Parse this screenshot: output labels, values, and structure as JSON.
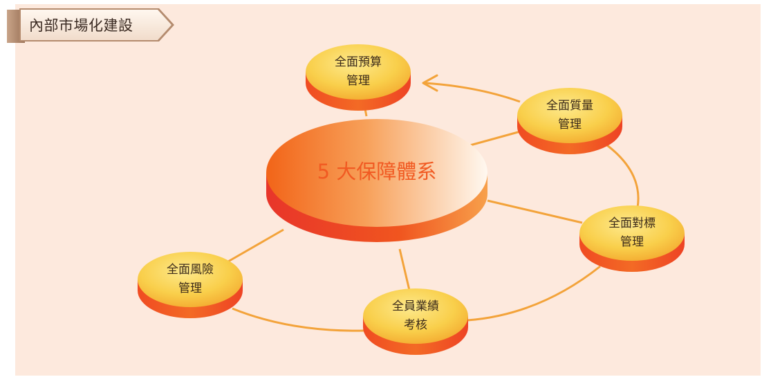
{
  "section_title": "內部市場化建設",
  "center": {
    "label": "5 大保障體系"
  },
  "nodes": [
    {
      "id": "budget",
      "line1": "全面預算",
      "line2": "管理"
    },
    {
      "id": "quality",
      "line1": "全面質量",
      "line2": "管理"
    },
    {
      "id": "benchmark",
      "line1": "全面對標",
      "line2": "管理"
    },
    {
      "id": "performance",
      "line1": "全員業績",
      "line2": "考核"
    },
    {
      "id": "risk",
      "line1": "全面風險",
      "line2": "管理"
    }
  ],
  "colors": {
    "background": "#fde9dd",
    "connector": "#f3a33a",
    "node_top_light": "#fbe37a",
    "node_top_dark": "#f6b12f",
    "node_side": "#f04e23",
    "center_top_left": "#f26a1b",
    "center_top_right": "#fff6ec",
    "center_side": "#e8352a",
    "center_text": "#f15a22"
  }
}
